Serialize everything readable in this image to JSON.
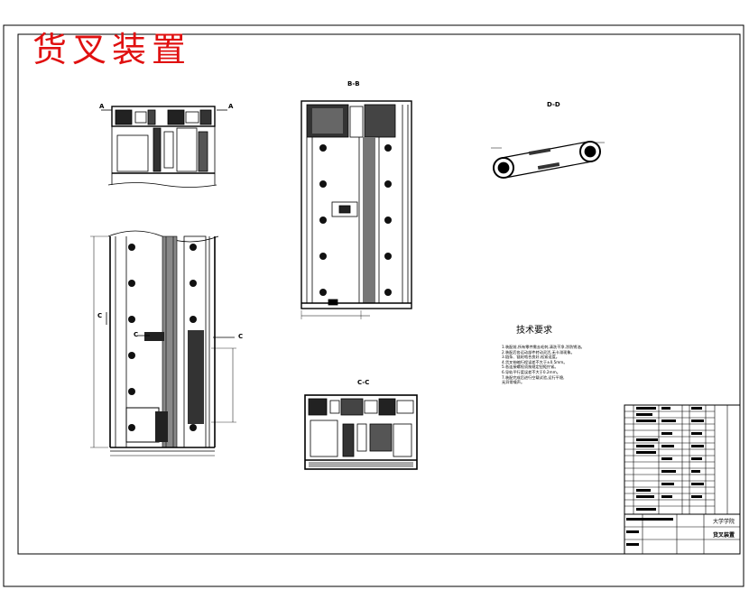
{
  "drawing": {
    "title": "货叉装置",
    "views": {
      "bb": "B-B",
      "dd": "D-D",
      "cc": "C-C"
    },
    "section_marks": {
      "a_left": "A",
      "a_right": "A",
      "c_left": "C",
      "c_right": "C",
      "c_small": "C"
    },
    "technical_requirements": {
      "heading": "技术要求",
      "lines": [
        "1.装配前,所有零件需去毛刺,清洗干净,涂防锈油。",
        "2.装配后各运动部件转动灵活,无卡滞现象。",
        "3.链条、链轮啮合良好,松紧适度。",
        "4.货叉伸缩行程误差不大于±0.5mm。",
        "5.各连接螺栓须按规定扭矩拧紧。",
        "6.导轨平行度误差不大于0.2mm。",
        "7.装配完成后进行空载试验,运行平稳,",
        "  无异常噪声。"
      ]
    },
    "title_block": {
      "part_name": "货叉装置",
      "company": "大学学院"
    },
    "colors": {
      "title": "#e01010",
      "lines": "#000000",
      "background": "#ffffff"
    }
  }
}
